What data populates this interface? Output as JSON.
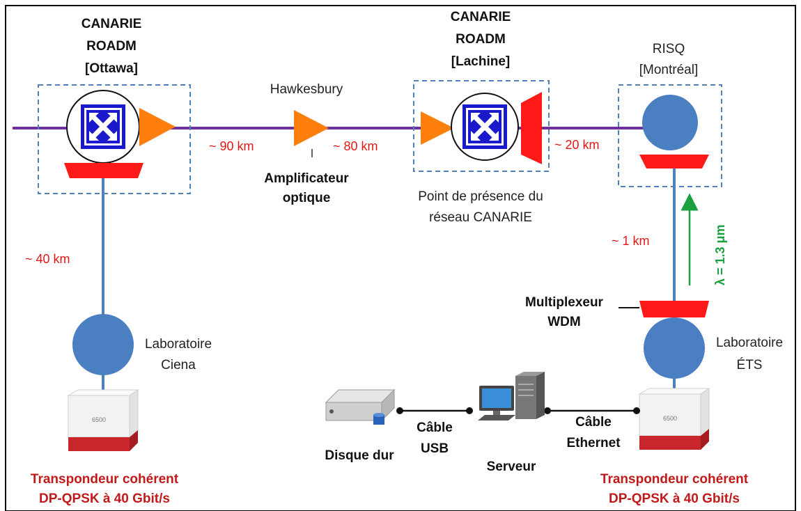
{
  "nodes": {
    "ottawa": {
      "line1": "CANARIE",
      "line2": "ROADM",
      "line3": "[Ottawa]"
    },
    "hawkesbury": {
      "name": "Hawkesbury",
      "role_line1": "Amplificateur",
      "role_line2": "optique"
    },
    "lachine": {
      "line1": "CANARIE",
      "line2": "ROADM",
      "line3": "[Lachine]",
      "pop_line1": "Point de présence du",
      "pop_line2": "réseau CANARIE"
    },
    "risq": {
      "line1": "RISQ",
      "line2": "[Montréal]"
    }
  },
  "distances": {
    "ottawa_hawkesbury": "~ 90 km",
    "hawkesbury_lachine": "~ 80 km",
    "lachine_montreal": "~ 20 km",
    "ottawa_ciena": "~ 40 km",
    "montreal_ets": "~ 1 km"
  },
  "wavelength": "λ = 1.3 μm",
  "multiplexer": {
    "line1": "Multiplexeur",
    "line2": "WDM"
  },
  "labs": {
    "ciena": {
      "line1": "Laboratoire",
      "line2": "Ciena"
    },
    "ets": {
      "line1": "Laboratoire",
      "line2": "ÉTS"
    }
  },
  "devices": {
    "disk": "Disque dur",
    "usb_line1": "Câble",
    "usb_line2": "USB",
    "server": "Serveur",
    "eth_line1": "Câble",
    "eth_line2": "Ethernet",
    "box_label": "6500"
  },
  "transponder": {
    "line1": "Transpondeur cohérent",
    "line2": "DP-QPSK à 40 Gbit/s"
  },
  "colors": {
    "fiber": "#7030a0",
    "link": "#4f81bd",
    "node": "#4a7fc1",
    "amp": "#ff7f0e",
    "mux": "#ff1a1a",
    "dist": "#e01818",
    "wave": "#1aa040",
    "roadm": "#1a1acc"
  }
}
